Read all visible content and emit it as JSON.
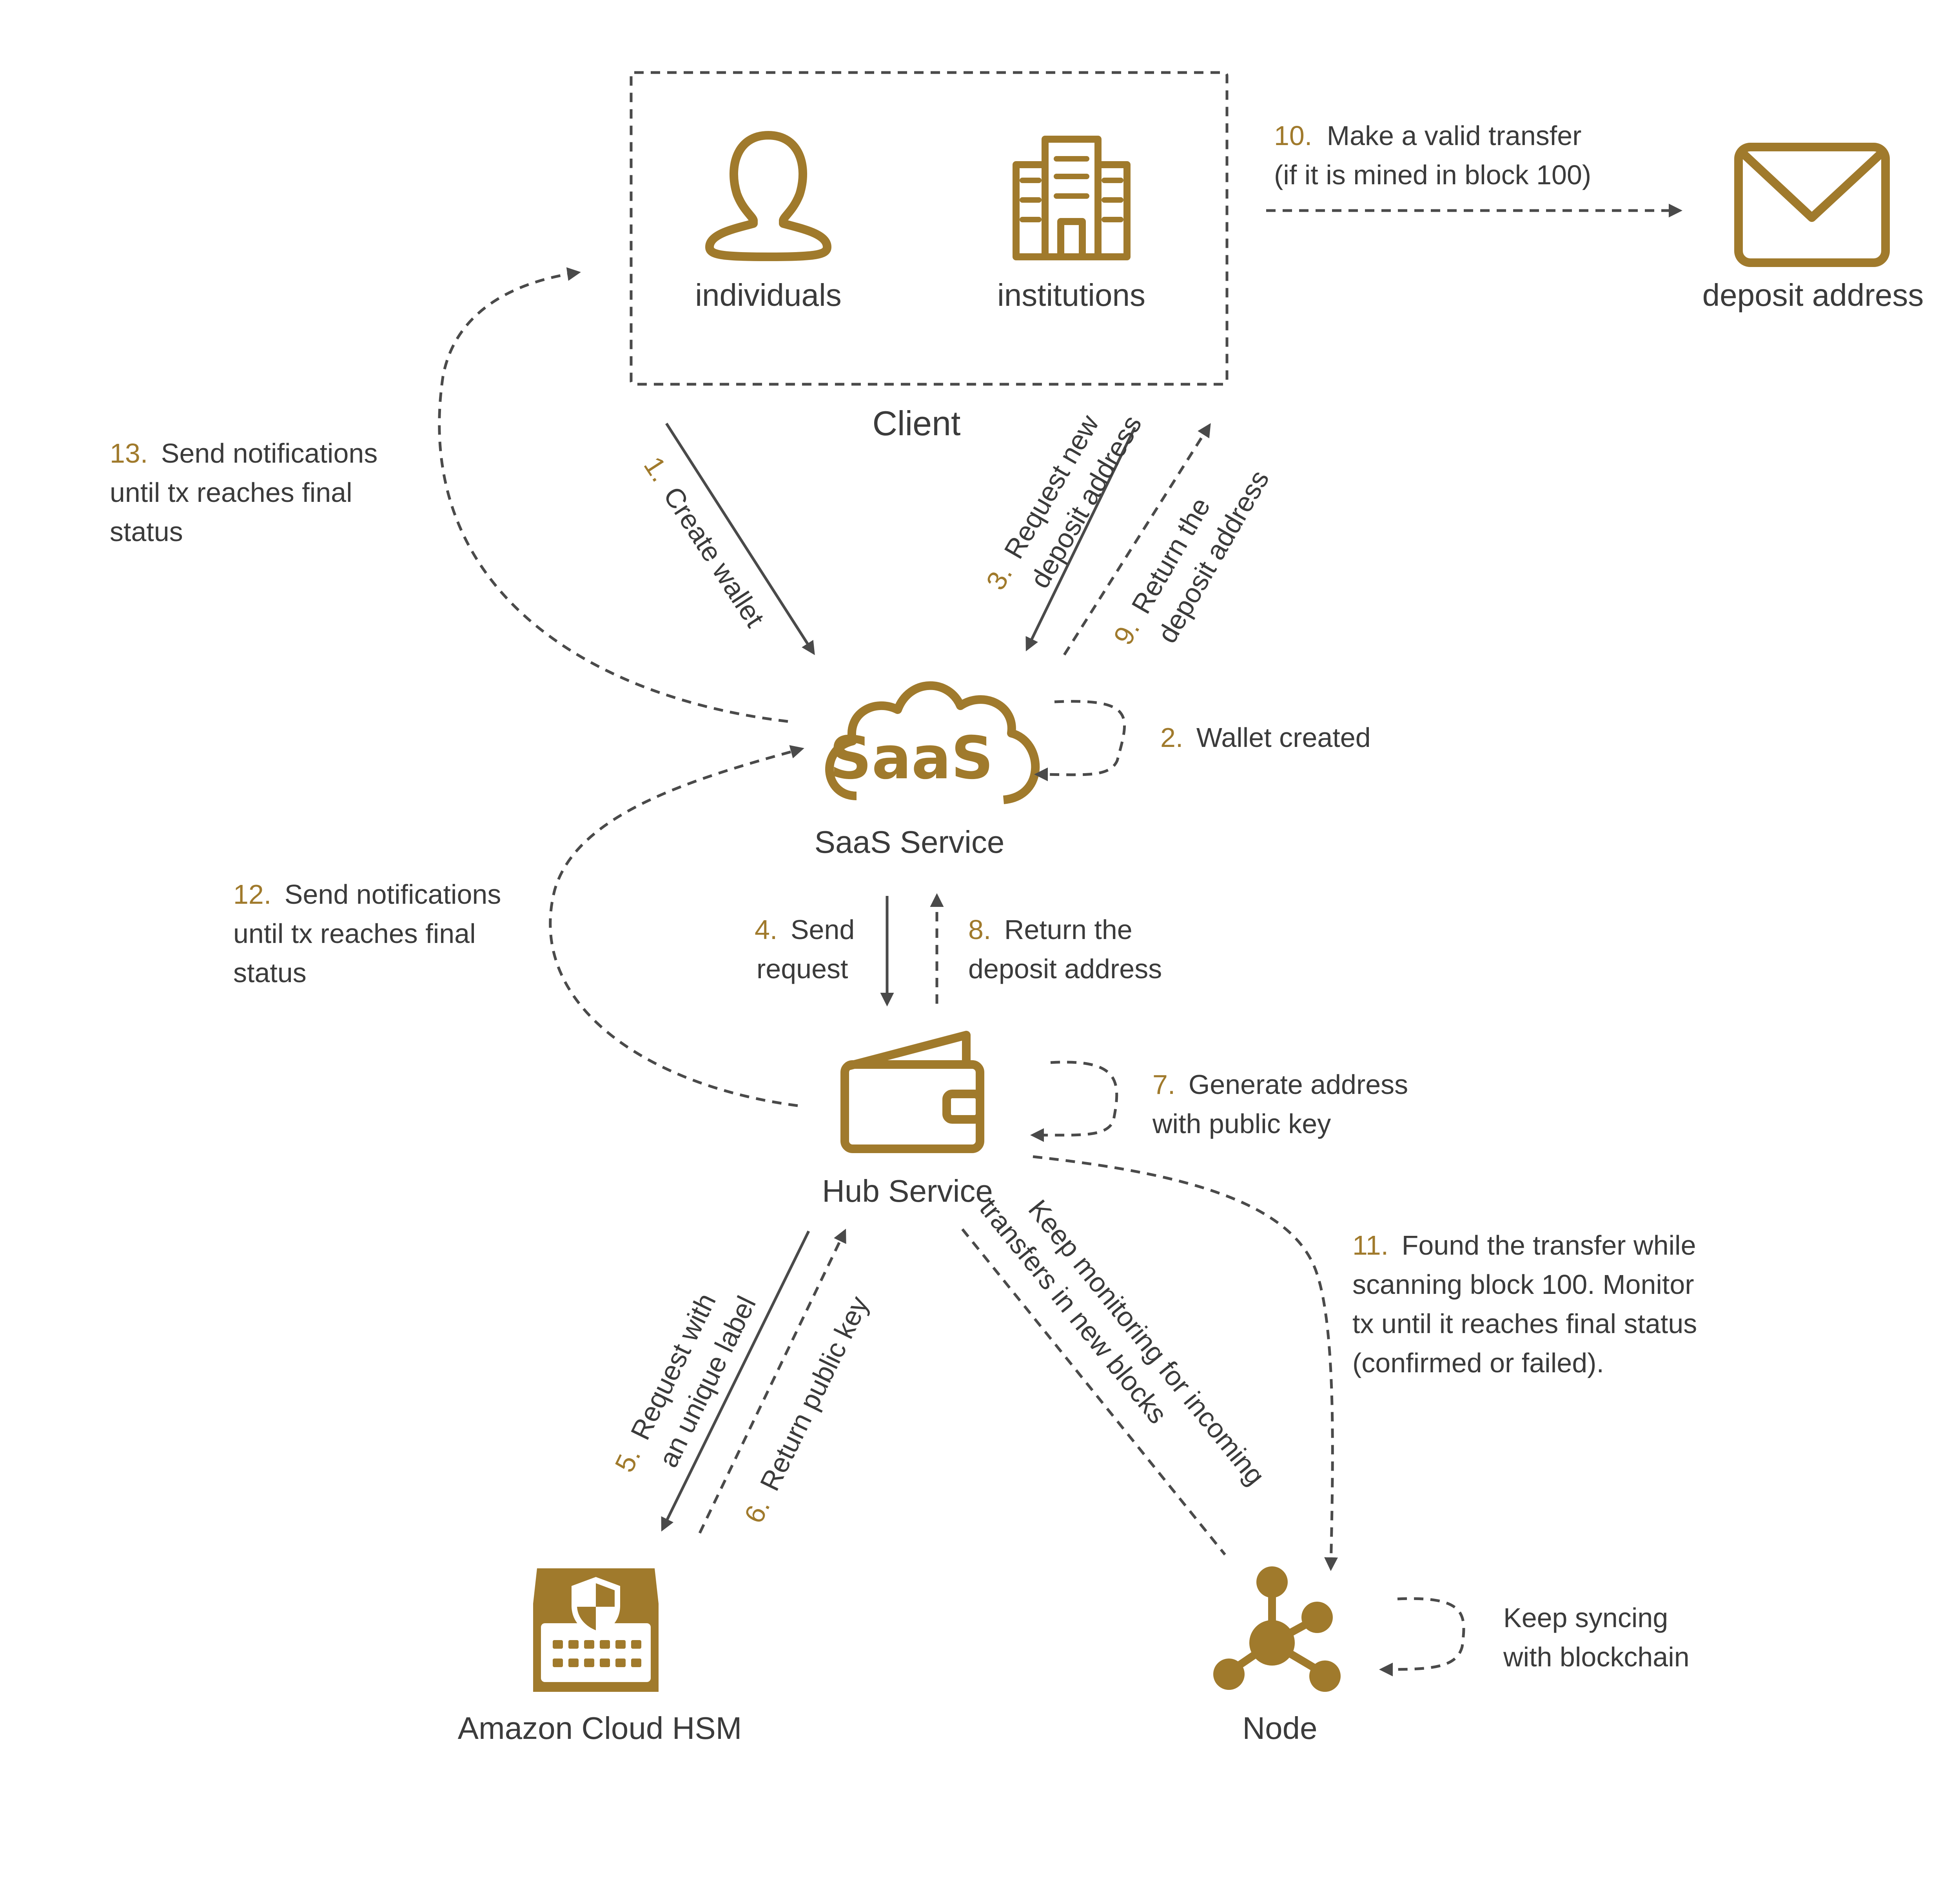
{
  "colors": {
    "accent": "#a07a2c",
    "text": "#3b3b3b",
    "line": "#4a4a4a"
  },
  "nodes": {
    "client": {
      "title": "Client",
      "individuals": "individuals",
      "institutions": "institutions"
    },
    "deposit": {
      "title": "deposit address"
    },
    "saas": {
      "logo": "SaaS",
      "title": "SaaS Service"
    },
    "hub": {
      "title": "Hub Service"
    },
    "hsm": {
      "title": "Amazon Cloud HSM"
    },
    "node": {
      "title": "Node"
    }
  },
  "icons": {
    "individuals": "person-icon",
    "institutions": "building-icon",
    "deposit": "envelope-icon",
    "saas": "cloud-icon",
    "hub": "wallet-icon",
    "hsm": "hsm-shield-icon",
    "node": "network-node-icon"
  },
  "steps": {
    "s1": {
      "num": "1.",
      "line1": "Create wallet"
    },
    "s2": {
      "num": "2.",
      "line1": "Wallet created"
    },
    "s3": {
      "num": "3.",
      "line1": "Request new",
      "line2": "deposit address"
    },
    "s4": {
      "num": "4.",
      "line1": "Send",
      "line2": "request"
    },
    "s5": {
      "num": "5.",
      "line1": "Request with",
      "line2": "an unique label"
    },
    "s6": {
      "num": "6.",
      "line1": "Return public key"
    },
    "s7": {
      "num": "7.",
      "line1": "Generate address",
      "line2": "with public key"
    },
    "s8": {
      "num": "8.",
      "line1": "Return the",
      "line2": "deposit address"
    },
    "s9": {
      "num": "9.",
      "line1": "Return the",
      "line2": "deposit address"
    },
    "s10": {
      "num": "10.",
      "line1": "Make a valid transfer",
      "line2": "(if it is mined in block 100)"
    },
    "s11": {
      "num": "11.",
      "line1": "Found the transfer while",
      "line2": "scanning block 100. Monitor",
      "line3": "tx until it reaches final status",
      "line4": "(confirmed or failed)."
    },
    "s12": {
      "num": "12.",
      "line1": "Send notifications",
      "line2": "until tx reaches final",
      "line3": "status"
    },
    "s13": {
      "num": "13.",
      "line1": "Send notifications",
      "line2": "until tx reaches final",
      "line3": "status"
    },
    "monitor": {
      "line1": "Keep monitoring for incoming",
      "line2": "transfers in new blocks"
    },
    "sync": {
      "line1": "Keep syncing",
      "line2": "with blockchain"
    }
  }
}
